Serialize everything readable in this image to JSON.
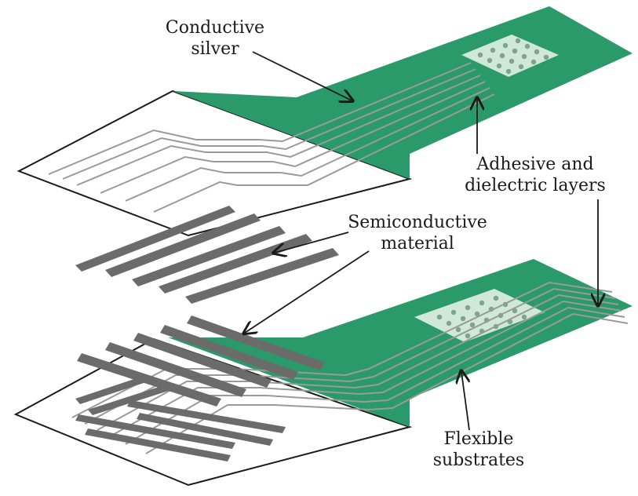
{
  "labels": {
    "conductive_silver": {
      "line1": "Conductive",
      "line2": "silver"
    },
    "adhesive_dielectric": {
      "line1": "Adhesive and",
      "line2": "dielectric layers"
    },
    "semiconductive": {
      "line1": "Semiconductive",
      "line2": "material"
    },
    "flexible_substrates": {
      "line1": "Flexible",
      "line2": "substrates"
    }
  },
  "colors": {
    "substrate_green": "#2a9a6a",
    "pad_light": "#cfe8d8",
    "pad_dot": "#7fa38c",
    "trace_gray": "#9a9a9a",
    "semiconductor_gray": "#6b6b6b",
    "outline": "#1a1a1a"
  }
}
